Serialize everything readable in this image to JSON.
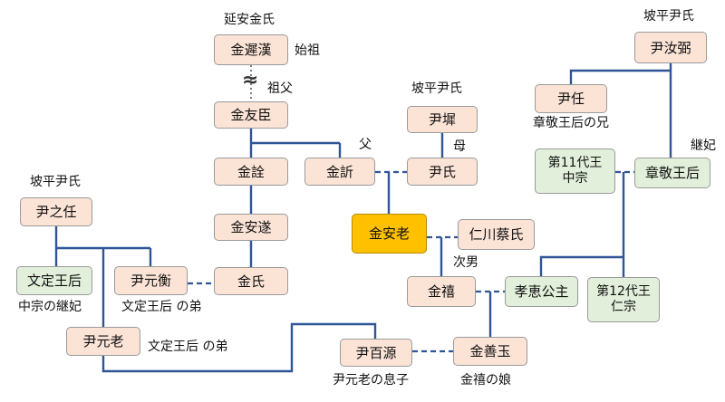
{
  "nodes": {
    "kim_chi_han": "金遲漢",
    "kim_woo_shin": "金友臣",
    "kim_sen": "金詮",
    "kim_an_sui": "金安遂",
    "kim_shi": "金氏",
    "kim_kin": "金訢",
    "kim_an_ro": "金安老",
    "in_cho": "尹墀",
    "in_shi": "尹氏",
    "in_ji_nin": "尹之任",
    "bunjo_ogo": "文定王后",
    "in_gen_ko": "尹元衡",
    "in_gen_ro": "尹元老",
    "in_hyaku_gen": "尹百源",
    "kim_ki": "金禧",
    "kim_zen_gyoku": "金善玉",
    "nin_sen_sai_shi": "仁川蔡氏",
    "kokei_koshu": "孝恵公主",
    "in_nyo_hitsu": "尹汝弼",
    "in_nin": "尹任",
    "shokei_ogo": "章敬王后",
    "chuso": [
      "第11代王",
      "中宗"
    ],
    "jinso": [
      "第12代王",
      "仁宗"
    ]
  },
  "labels": {
    "clan_enan_kim": "延安金氏",
    "clan_pa_in_1": "坡平尹氏",
    "clan_pa_in_2": "坡平尹氏",
    "clan_pa_in_3": "坡平尹氏",
    "founder": "始祖",
    "grandfather": "祖父",
    "father": "父",
    "mother": "母",
    "second_son": "次男",
    "stepconsort": "継妃",
    "chuso_stepconsort": "中宗の継妃",
    "bunjo_brother_1": "文定王后 の弟",
    "bunjo_brother_2": "文定王后 の弟",
    "shokei_brother": "章敬王后の兄",
    "in_gen_ro_son": "尹元老の息子",
    "kim_ki_daughter": "金禧の娘",
    "approx": "≈"
  },
  "colors": {
    "line": "#2f5597",
    "box_default": "#fbe3d6",
    "box_royal": "#e2efda",
    "box_focus": "#ffc000"
  }
}
